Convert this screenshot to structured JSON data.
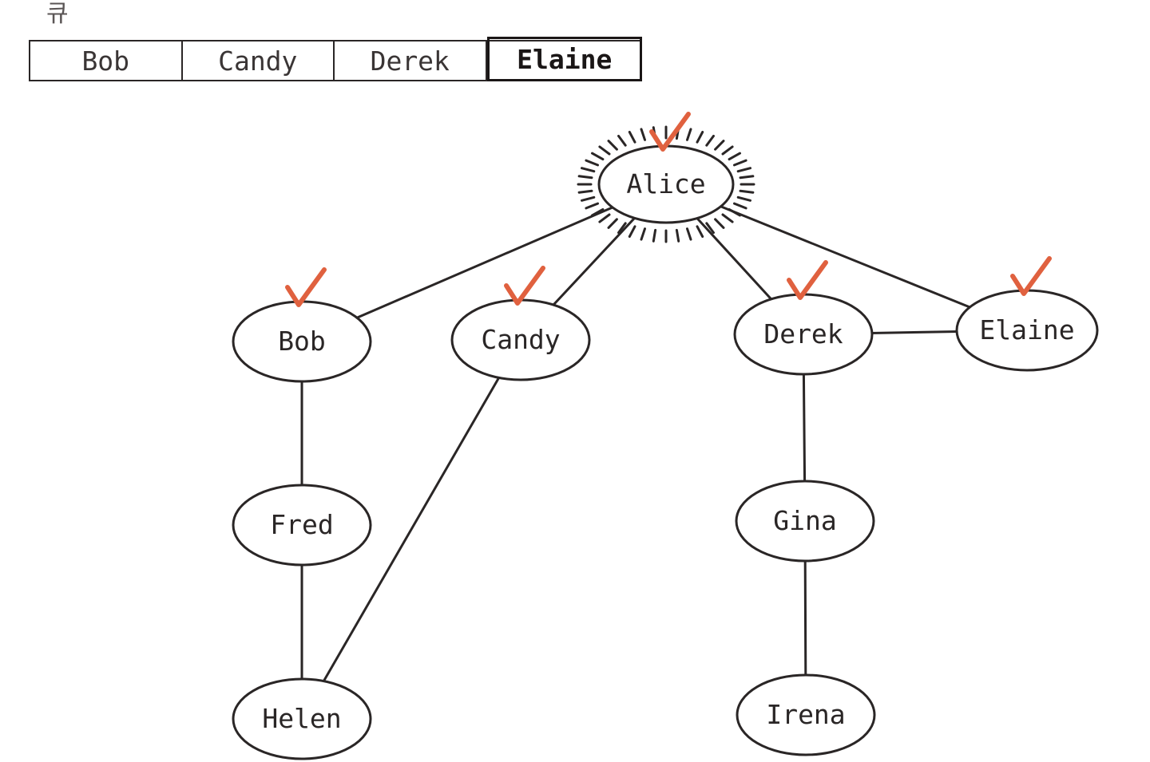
{
  "queue": {
    "label": "큐",
    "items": [
      "Bob",
      "Candy",
      "Derek",
      "Elaine"
    ],
    "current_index": 3
  },
  "graph": {
    "highlighted": "Alice",
    "nodes": [
      {
        "id": "alice",
        "label": "Alice",
        "checked": true
      },
      {
        "id": "bob",
        "label": "Bob",
        "checked": true
      },
      {
        "id": "candy",
        "label": "Candy",
        "checked": true
      },
      {
        "id": "derek",
        "label": "Derek",
        "checked": true
      },
      {
        "id": "elaine",
        "label": "Elaine",
        "checked": true
      },
      {
        "id": "fred",
        "label": "Fred",
        "checked": false
      },
      {
        "id": "gina",
        "label": "Gina",
        "checked": false
      },
      {
        "id": "helen",
        "label": "Helen",
        "checked": false
      },
      {
        "id": "irena",
        "label": "Irena",
        "checked": false
      }
    ],
    "edges": [
      [
        "alice",
        "bob"
      ],
      [
        "alice",
        "candy"
      ],
      [
        "alice",
        "derek"
      ],
      [
        "alice",
        "elaine"
      ],
      [
        "derek",
        "elaine"
      ],
      [
        "bob",
        "fred"
      ],
      [
        "fred",
        "helen"
      ],
      [
        "candy",
        "helen"
      ],
      [
        "derek",
        "gina"
      ],
      [
        "gina",
        "irena"
      ]
    ]
  },
  "colors": {
    "ink": "#2a2626",
    "check": "#e0613f"
  }
}
